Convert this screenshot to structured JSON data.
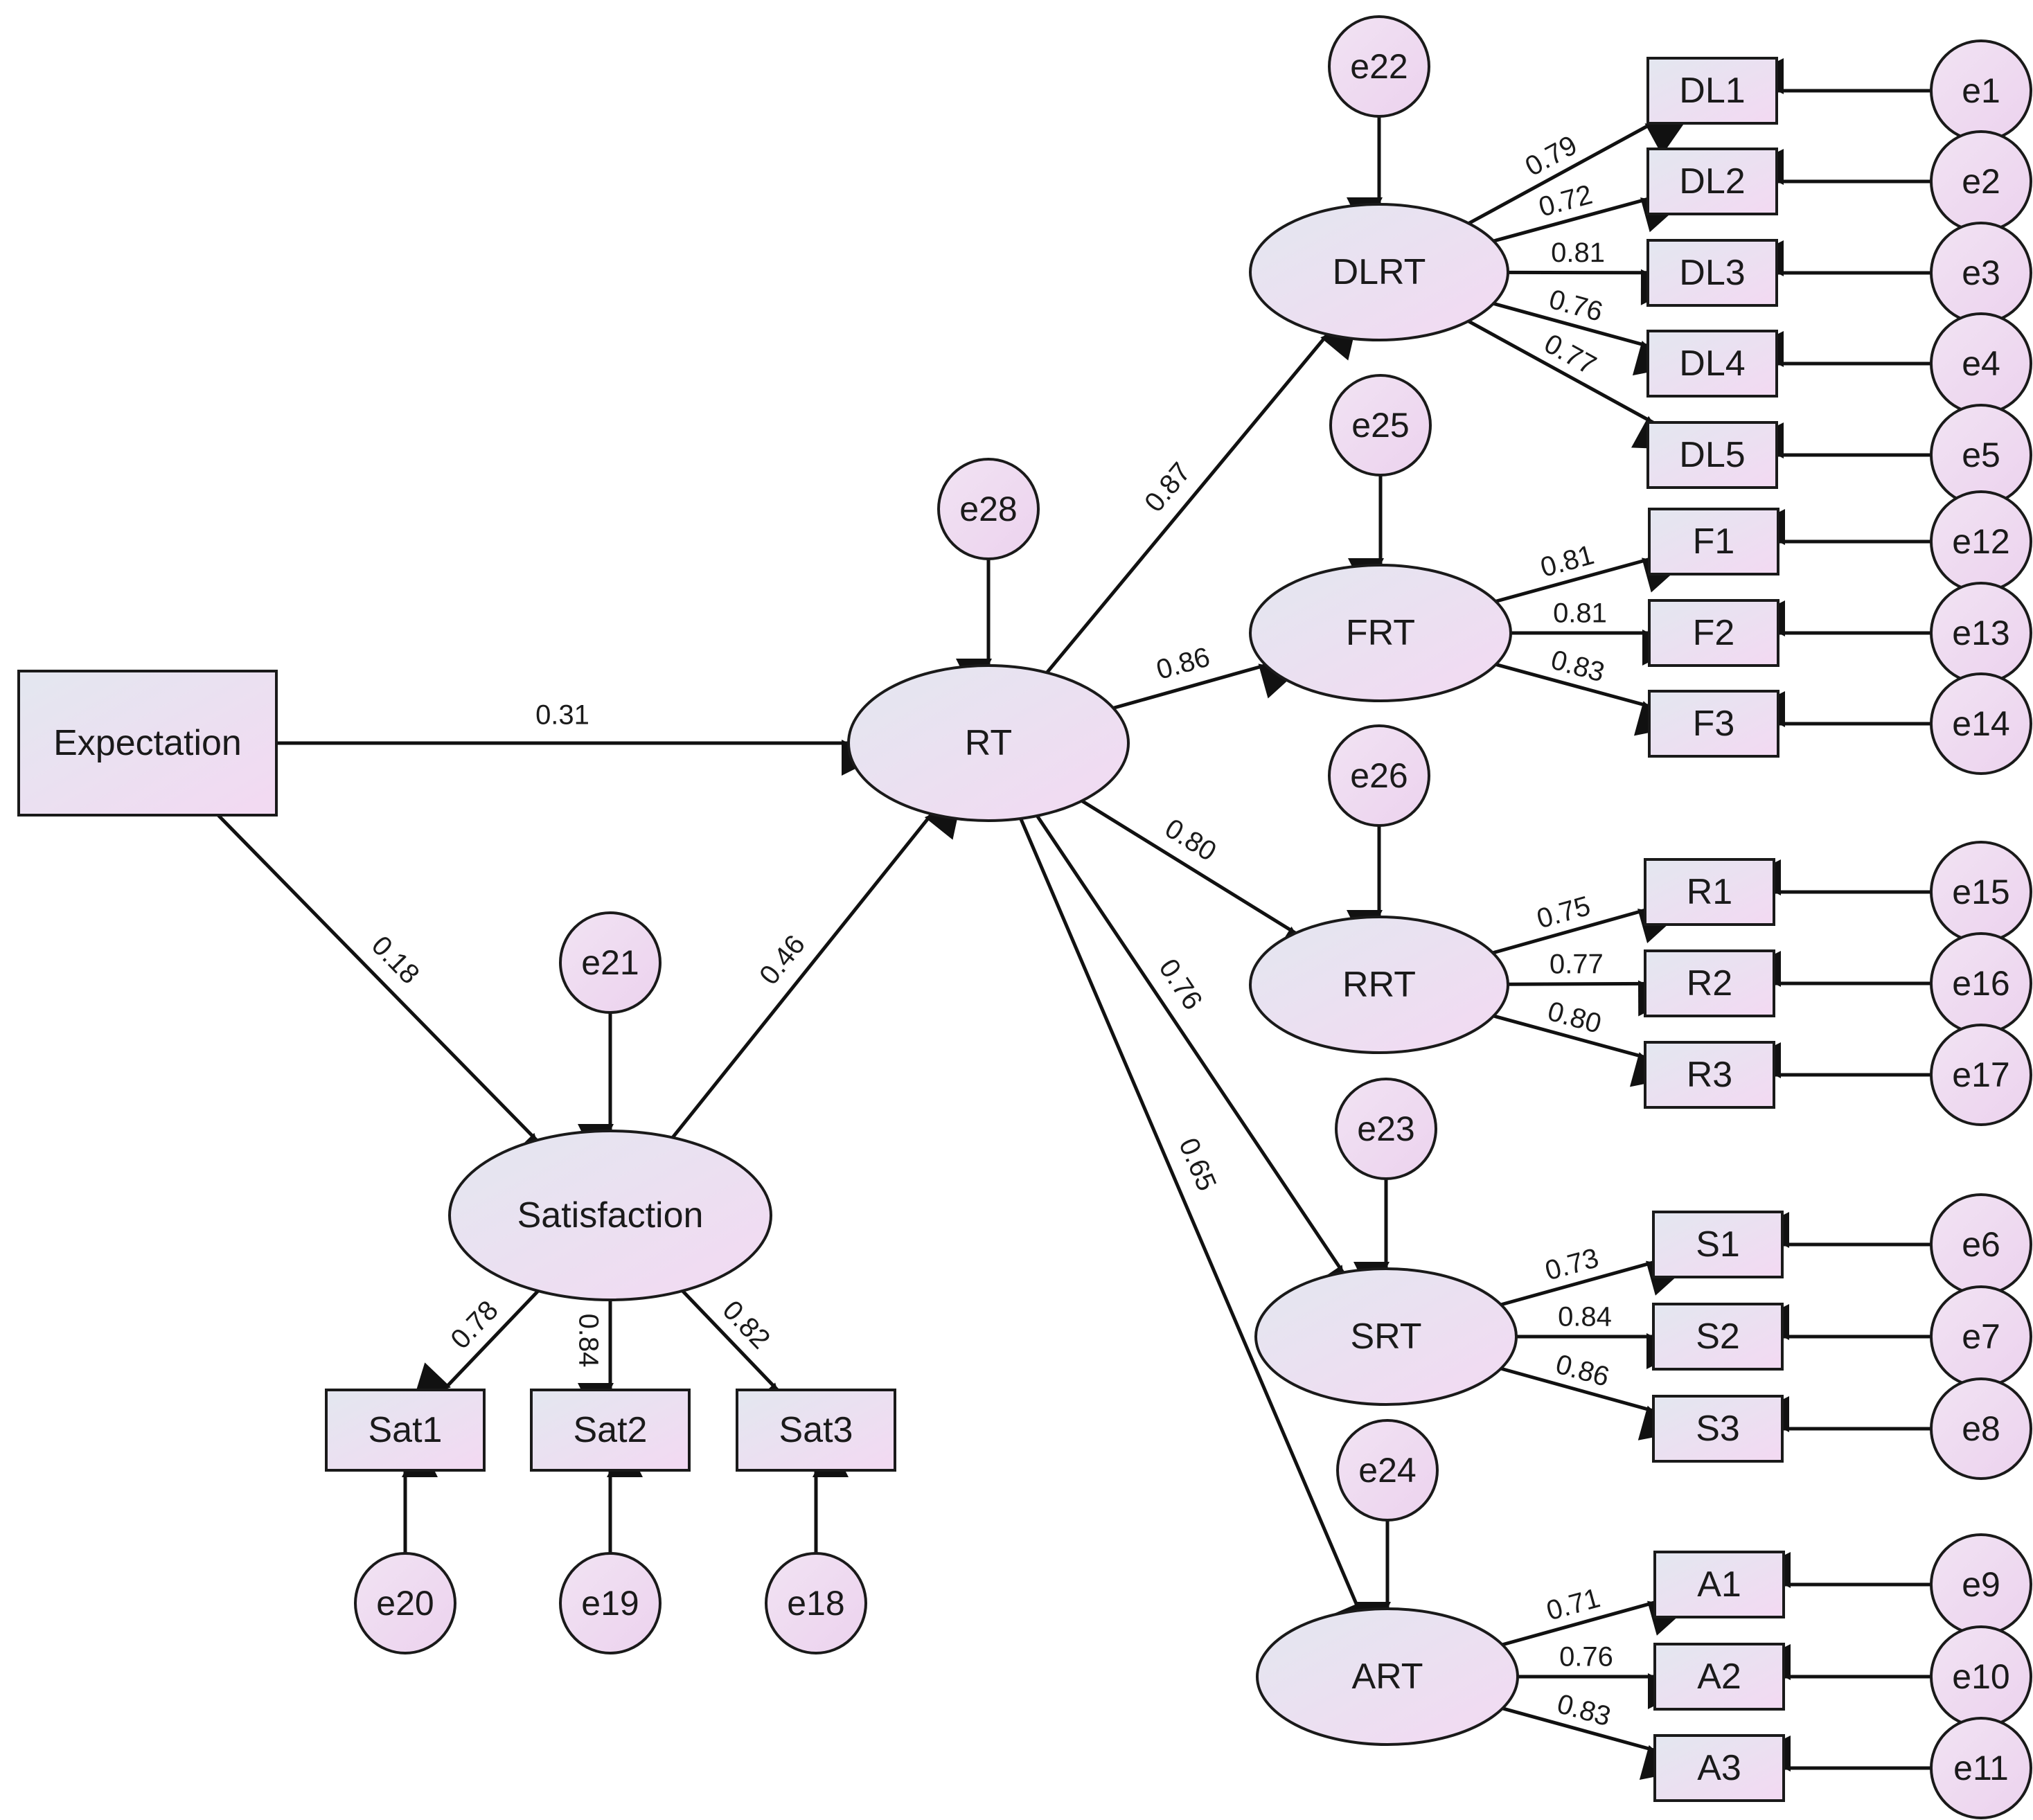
{
  "colors": {
    "node_fill_start": "#e3e7f0",
    "node_fill_end": "#f3d9f2",
    "error_fill": "#efd6f0",
    "stroke": "#1a1a1a",
    "background": "#ffffff"
  },
  "nodes": {
    "expectation": "Expectation",
    "satisfaction": "Satisfaction",
    "rt": "RT",
    "dlrt": "DLRT",
    "frt": "FRT",
    "rrt": "RRT",
    "srt": "SRT",
    "art": "ART",
    "sat1": "Sat1",
    "sat2": "Sat2",
    "sat3": "Sat3",
    "dl1": "DL1",
    "dl2": "DL2",
    "dl3": "DL3",
    "dl4": "DL4",
    "dl5": "DL5",
    "f1": "F1",
    "f2": "F2",
    "f3": "F3",
    "r1": "R1",
    "r2": "R2",
    "r3": "R3",
    "s1": "S1",
    "s2": "S2",
    "s3": "S3",
    "a1": "A1",
    "a2": "A2",
    "a3": "A3"
  },
  "errors": {
    "e1": "e1",
    "e2": "e2",
    "e3": "e3",
    "e4": "e4",
    "e5": "e5",
    "e6": "e6",
    "e7": "e7",
    "e8": "e8",
    "e9": "e9",
    "e10": "e10",
    "e11": "e11",
    "e12": "e12",
    "e13": "e13",
    "e14": "e14",
    "e15": "e15",
    "e16": "e16",
    "e17": "e17",
    "e18": "e18",
    "e19": "e19",
    "e20": "e20",
    "e21": "e21",
    "e22": "e22",
    "e23": "e23",
    "e24": "e24",
    "e25": "e25",
    "e26": "e26",
    "e28": "e28"
  },
  "paths": {
    "exp_rt": "0.31",
    "exp_sat": "0.18",
    "sat_rt": "0.46",
    "rt_dlrt": "0.87",
    "rt_frt": "0.86",
    "rt_rrt": "0.80",
    "rt_srt": "0.76",
    "rt_art": "0.65"
  },
  "loadings": {
    "sat1": "0.78",
    "sat2": "0.84",
    "sat3": "0.82",
    "dl1": "0.79",
    "dl2": "0.72",
    "dl3": "0.81",
    "dl4": "0.76",
    "dl5": "0.77",
    "f1": "0.81",
    "f2": "0.81",
    "f3": "0.83",
    "r1": "0.75",
    "r2": "0.77",
    "r3": "0.80",
    "s1": "0.73",
    "s2": "0.84",
    "s3": "0.86",
    "a1": "0.71",
    "a2": "0.76",
    "a3": "0.83"
  }
}
